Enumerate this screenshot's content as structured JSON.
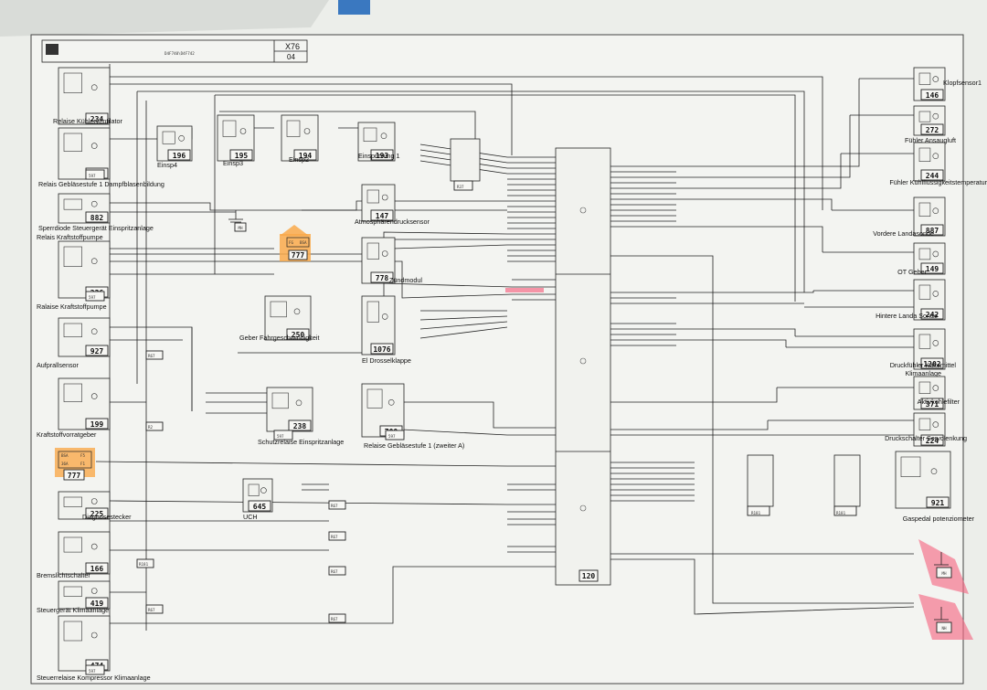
{
  "title_block": {
    "code": "X76",
    "sheet": "04",
    "ref": "D4F740\\D4F742"
  },
  "colors": {
    "paper": "#f3f4f1",
    "ink": "#222222",
    "orange_highlight": "#f9a94b",
    "pink_highlight": "#f56b86"
  },
  "components": [
    {
      "id": "234",
      "label": "Relaise Kühlerventilator"
    },
    {
      "id": "700",
      "label": "Relais Gebläsestufe 1 Dampfblasenbildung"
    },
    {
      "id": "882",
      "label": "Sperrdiode Steuergerät  Einspritzanlage"
    },
    {
      "id": "236",
      "label": "Relais Kraftstoffpumpe"
    },
    {
      "id": "236b",
      "label": "Ralaise Kraftstoffpumpe"
    },
    {
      "id": "927",
      "label": "Aufprallsensor"
    },
    {
      "id": "199",
      "label": "Kraftstoffvorratgeber"
    },
    {
      "id": "225",
      "label": "Diagnosestecker"
    },
    {
      "id": "166",
      "label": "Bremslichtschalter"
    },
    {
      "id": "419",
      "label": "Steuergerät Klimaanlage"
    },
    {
      "id": "474",
      "label": "Steuerrelaise Kompressor Klimaanlage"
    },
    {
      "id": "196",
      "label": "Einsp4"
    },
    {
      "id": "195",
      "label": "Einsp3"
    },
    {
      "id": "194",
      "label": "Einsp2"
    },
    {
      "id": "193",
      "label": "Einspritzung 1"
    },
    {
      "id": "147",
      "label": "Atmosphärendrucksensor"
    },
    {
      "id": "778",
      "label": "Zündmodul"
    },
    {
      "id": "250",
      "label": "Geber Fahrgeschwindigkeit"
    },
    {
      "id": "1076",
      "label": "El Drosselklappe"
    },
    {
      "id": "238",
      "label": "Schutzrelaise Einspritzanlage"
    },
    {
      "id": "700b",
      "label": "Relaise Gebläsestufe 1 (zweiter A)"
    },
    {
      "id": "645",
      "label": "UCH"
    },
    {
      "id": "146",
      "label": "Klopfsensor1"
    },
    {
      "id": "272",
      "label": "Fühler Ansaugluft"
    },
    {
      "id": "244",
      "label": "Fühler Kühlflüssigkeitstemperatur"
    },
    {
      "id": "887",
      "label": "Vordere Landasonde"
    },
    {
      "id": "149",
      "label": "OT Geber"
    },
    {
      "id": "242",
      "label": "Hintere Landa Sonde"
    },
    {
      "id": "1202",
      "label": "Druckfühler Kältemittel Klimaanlage"
    },
    {
      "id": "371",
      "label": "Aktivkohlefilter"
    },
    {
      "id": "224",
      "label": "Druckschalter Servolenkung"
    },
    {
      "id": "921",
      "label": "Gaspedal potenziometer"
    },
    {
      "id": "120",
      "label": ""
    }
  ],
  "fuse_tags": {
    "top": "777",
    "bottom": "777",
    "top_pins": [
      "FG",
      "BSA"
    ],
    "bottom_pins": [
      "BSA",
      "F5",
      "36A",
      "F1"
    ]
  },
  "ground_tags": [
    "MH",
    "MH",
    "NH"
  ],
  "connector_tags": [
    "R37",
    "R67",
    "R67",
    "R67",
    "R67",
    "R67",
    "R181",
    "R181",
    "R2",
    "R67",
    "597",
    "597",
    "597",
    "597",
    "597"
  ]
}
